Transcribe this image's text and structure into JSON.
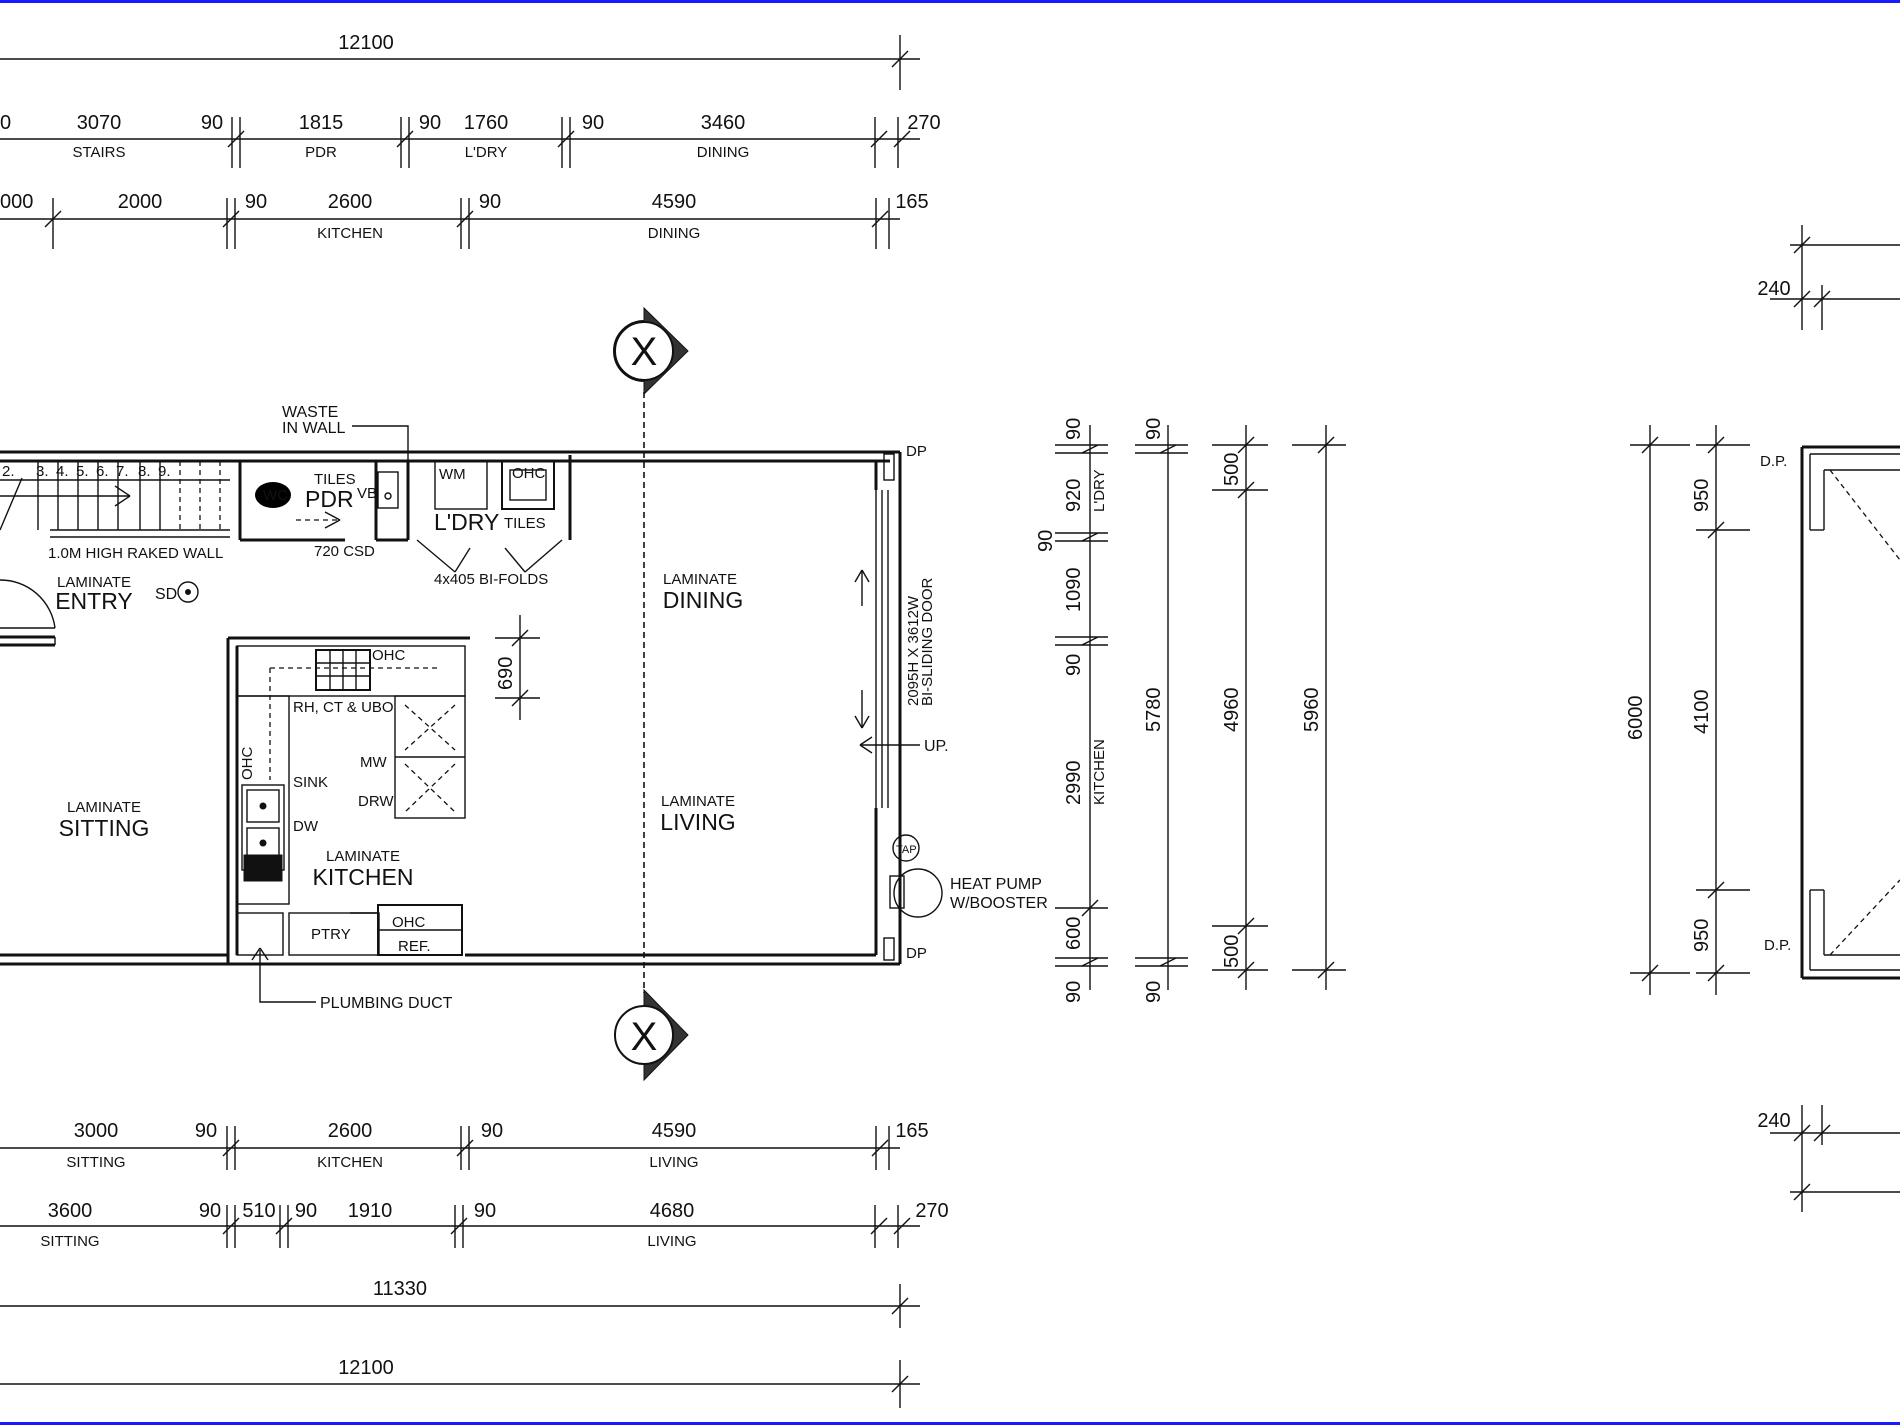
{
  "top_dims": {
    "overall": "12100",
    "row1": [
      {
        "value": "0",
        "label": ""
      },
      {
        "value": "3070",
        "label": "STAIRS"
      },
      {
        "value": "90",
        "label": ""
      },
      {
        "value": "1815",
        "label": "PDR"
      },
      {
        "value": "90",
        "label": ""
      },
      {
        "value": "1760",
        "label": "L'DRY"
      },
      {
        "value": "90",
        "label": ""
      },
      {
        "value": "3460",
        "label": "DINING"
      },
      {
        "value": "270",
        "label": ""
      }
    ],
    "row2": [
      {
        "value": "000",
        "label": ""
      },
      {
        "value": "2000",
        "label": ""
      },
      {
        "value": "90",
        "label": ""
      },
      {
        "value": "2600",
        "label": "KITCHEN"
      },
      {
        "value": "90",
        "label": ""
      },
      {
        "value": "4590",
        "label": "DINING"
      },
      {
        "value": "165",
        "label": ""
      }
    ]
  },
  "bottom_dims": {
    "row1": [
      {
        "value": "3000",
        "label": "SITTING"
      },
      {
        "value": "90",
        "label": ""
      },
      {
        "value": "2600",
        "label": "KITCHEN"
      },
      {
        "value": "90",
        "label": ""
      },
      {
        "value": "4590",
        "label": "LIVING"
      },
      {
        "value": "165",
        "label": ""
      }
    ],
    "row2": [
      {
        "value": "3600",
        "label": "SITTING"
      },
      {
        "value": "90",
        "label": ""
      },
      {
        "value": "510",
        "label": ""
      },
      {
        "value": "90",
        "label": ""
      },
      {
        "value": "1910",
        "label": ""
      },
      {
        "value": "90",
        "label": ""
      },
      {
        "value": "4680",
        "label": "LIVING"
      },
      {
        "value": "270",
        "label": ""
      }
    ],
    "overall_inner": "11330",
    "overall": "12100"
  },
  "side_dims": {
    "col1": [
      {
        "value": "90",
        "label": ""
      },
      {
        "value": "920",
        "label": "L'DRY"
      },
      {
        "value": "90",
        "label": ""
      },
      {
        "value": "1090",
        "label": ""
      },
      {
        "value": "90",
        "label": ""
      },
      {
        "value": "2990",
        "label": "KITCHEN"
      },
      {
        "value": "600",
        "label": ""
      },
      {
        "value": "90",
        "label": ""
      }
    ],
    "col2": [
      "90",
      "5780",
      "90"
    ],
    "col3": [
      "500",
      "4960",
      "500"
    ],
    "col4": "5960",
    "garage_outer": "6000",
    "garage_inner": [
      "950",
      "4100",
      "950"
    ],
    "garage_top": "240",
    "garage_bottom": "240"
  },
  "rooms": {
    "entry": {
      "finish": "LAMINATE",
      "name": "ENTRY"
    },
    "sitting": {
      "finish": "LAMINATE",
      "name": "SITTING"
    },
    "kitchen": {
      "finish": "LAMINATE",
      "name": "KITCHEN"
    },
    "dining": {
      "finish": "LAMINATE",
      "name": "DINING"
    },
    "living": {
      "finish": "LAMINATE",
      "name": "LIVING"
    },
    "pdr": {
      "finish": "TILES",
      "name": "PDR"
    },
    "ldry": {
      "finish": "TILES",
      "name": "L'DRY"
    }
  },
  "notes": {
    "waste_line1": "WASTE",
    "waste_line2": "IN WALL",
    "raked_wall": "1.0M HIGH RAKED WALL",
    "csd": "720 CSD",
    "bifolds": "4x405 BI-FOLDS",
    "sliding_door_1": "2095H X 3612W",
    "sliding_door_2": "BI-SLIDING DOOR",
    "up": "UP.",
    "heat_pump_1": "HEAT PUMP",
    "heat_pump_2": "W/BOOSTER",
    "tap": "TAP",
    "plumbing_duct": "PLUMBING DUCT",
    "rh_ct_ubo": "RH, CT & UBO",
    "ohc": "OHC",
    "sink": "SINK",
    "dw": "DW",
    "mw": "MW",
    "drw": "DRW",
    "ptry": "PTRY",
    "ref": "REF.",
    "wm": "WM",
    "wc": "WC",
    "vb": "VB",
    "sd": "SD",
    "dp": "DP",
    "dp_garage": "D.P.",
    "dim_690": "690",
    "section_mark": "X"
  },
  "stair_numbers": [
    "2.",
    "3.",
    "4.",
    "5.",
    "6.",
    "7.",
    "8.",
    "9."
  ]
}
